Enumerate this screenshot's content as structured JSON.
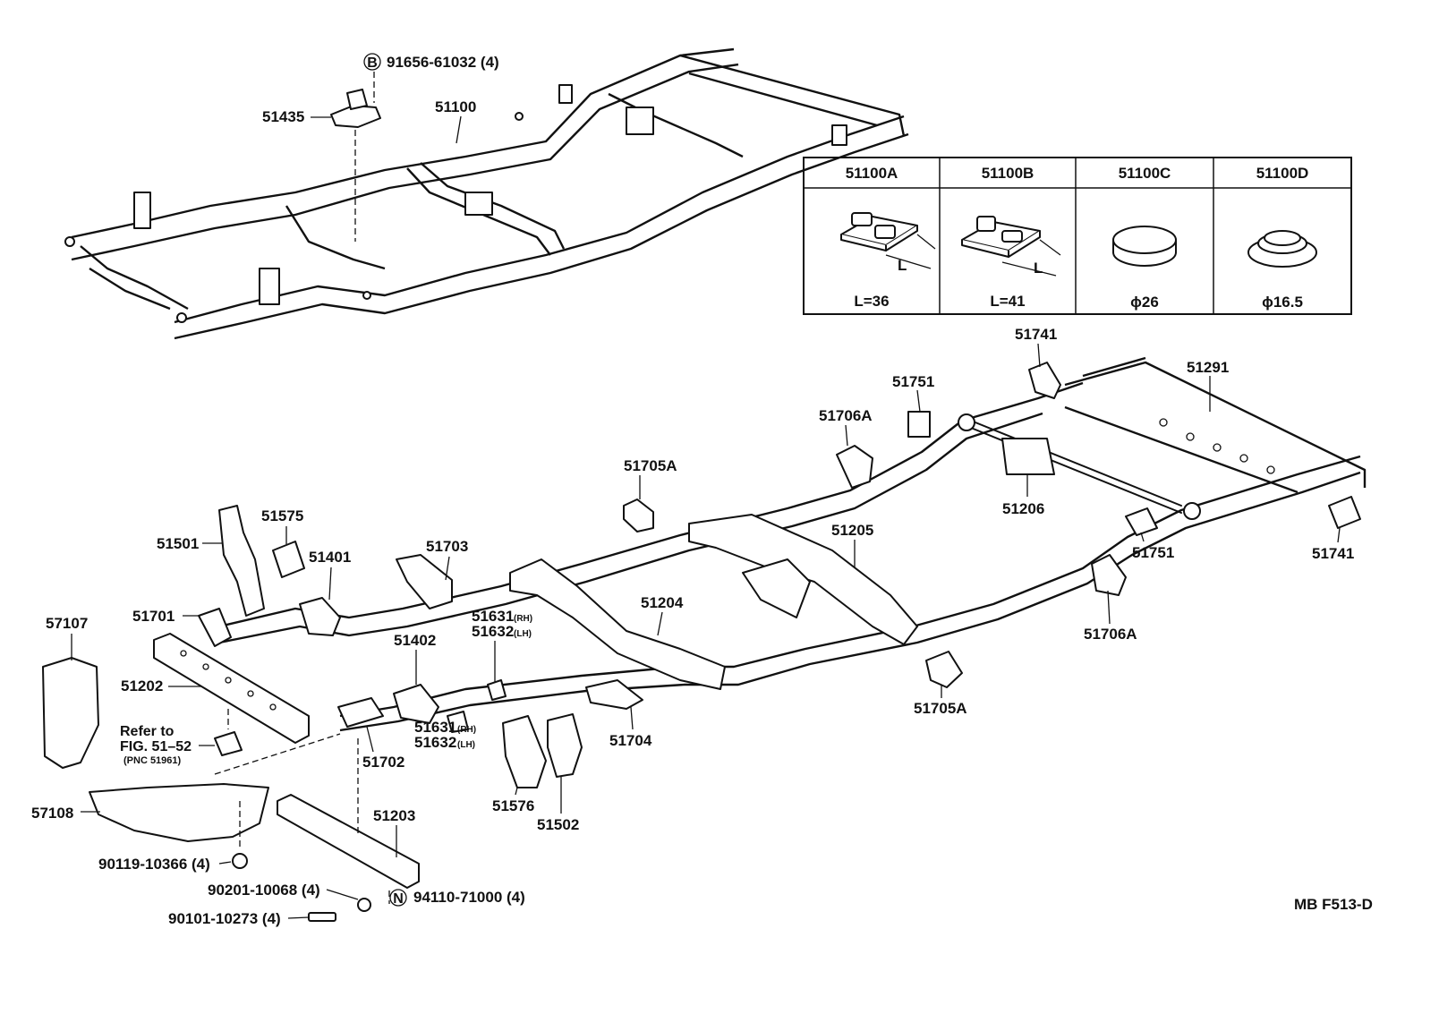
{
  "diagram": {
    "code": "MB F513-D",
    "upper_frame": {
      "frame_label": "51100",
      "bracket_label": "51435",
      "bolt_marker": "B",
      "bolt_label": "91656-61032 (4)"
    },
    "table": {
      "columns": [
        {
          "part": "51100A",
          "spec": "L=36"
        },
        {
          "part": "51100B",
          "spec": "L=41"
        },
        {
          "part": "51100C",
          "spec": "ϕ26"
        },
        {
          "part": "51100D",
          "spec": "ϕ16.5"
        }
      ],
      "dim_label": "L"
    },
    "parts": {
      "p51741_top": "51741",
      "p51291": "51291",
      "p51751_top": "51751",
      "p51706a_top": "51706A",
      "p51705a_top": "51705A",
      "p51206": "51206",
      "p51205": "51205",
      "p51751_right": "51751",
      "p51741_right": "51741",
      "p51575": "51575",
      "p51501": "51501",
      "p51401": "51401",
      "p51703": "51703",
      "p51204": "51204",
      "p51706a_bottom": "51706A",
      "p57107": "57107",
      "p51701": "51701",
      "p51631_a": "51631",
      "p51632_a": "51632",
      "p51402": "51402",
      "p51202": "51202",
      "p51631_b": "51631",
      "p51632_b": "51632",
      "p51704": "51704",
      "p51705a_bottom": "51705A",
      "p51702": "51702",
      "p51576": "51576",
      "p51502": "51502",
      "p57108": "57108",
      "p51203": "51203",
      "p90119": "90119-10366 (4)",
      "p90201": "90201-10068 (4)",
      "p94110": "94110-71000 (4)",
      "p90101": "90101-10273 (4)",
      "nut_marker": "N"
    },
    "suffix": {
      "rh": "(RH)",
      "lh": "(LH)"
    },
    "note": {
      "line1": "Refer to",
      "line2": "FIG. 51–52",
      "line3": "(PNC 51961)"
    }
  }
}
